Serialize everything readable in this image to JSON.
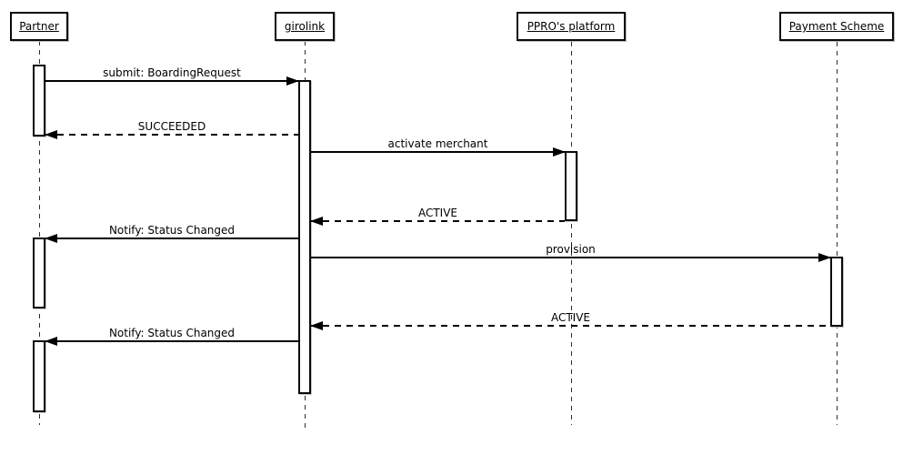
{
  "diagram": {
    "type": "uml-sequence",
    "background_color": "#ffffff",
    "line_color": "#000000",
    "text_color": "#000000"
  },
  "participants": [
    {
      "name": "Partner"
    },
    {
      "name": "girolink"
    },
    {
      "name": "PPRO's platform"
    },
    {
      "name": "Payment Scheme"
    }
  ],
  "messages": [
    {
      "label": "submit: BoardingRequest",
      "from": "Partner",
      "to": "girolink",
      "style": "solid"
    },
    {
      "label": "SUCCEEDED",
      "from": "girolink",
      "to": "Partner",
      "style": "dashed"
    },
    {
      "label": "activate merchant",
      "from": "girolink",
      "to": "PPRO's platform",
      "style": "solid"
    },
    {
      "label": "ACTIVE",
      "from": "PPRO's platform",
      "to": "girolink",
      "style": "dashed"
    },
    {
      "label": "Notify: Status Changed",
      "from": "girolink",
      "to": "Partner",
      "style": "solid"
    },
    {
      "label": "provision",
      "from": "girolink",
      "to": "Payment Scheme",
      "style": "solid"
    },
    {
      "label": "ACTIVE",
      "from": "Payment Scheme",
      "to": "girolink",
      "style": "dashed"
    },
    {
      "label": "Notify: Status Changed",
      "from": "girolink",
      "to": "Partner",
      "style": "solid"
    }
  ]
}
